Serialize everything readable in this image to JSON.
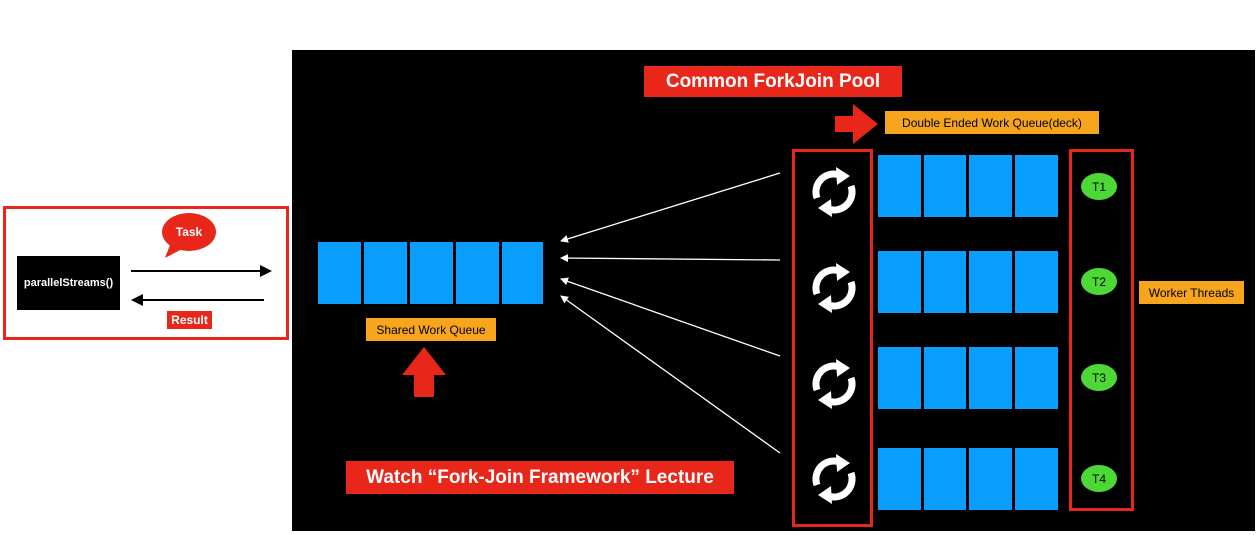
{
  "client": {
    "method_label": "parallelStreams()",
    "task_label": "Task",
    "result_label": "Result"
  },
  "pool": {
    "title": "Common ForkJoin Pool",
    "deque_label": "Double Ended Work Queue(deck)",
    "shared_queue_label": "Shared Work Queue",
    "workers_label": "Worker Threads",
    "lecture_note": "Watch “Fork-Join Framework” Lecture",
    "threads": [
      {
        "label": "T1"
      },
      {
        "label": "T2"
      },
      {
        "label": "T3"
      },
      {
        "label": "T4"
      }
    ]
  },
  "colors": {
    "accent_red": "#e8261a",
    "queue_blue": "#0a9eff",
    "label_orange": "#f7a51c",
    "thread_green": "#4cd936",
    "panel_black": "#000000"
  }
}
